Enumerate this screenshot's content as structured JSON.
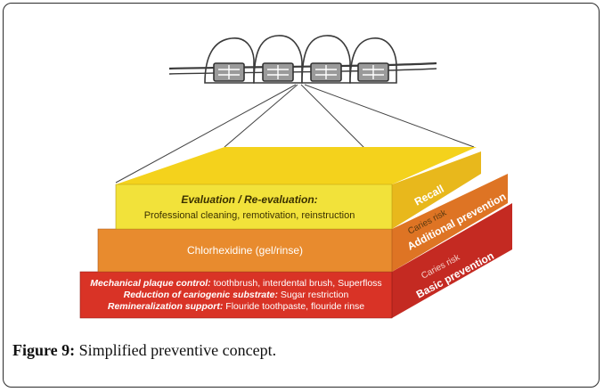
{
  "figure": {
    "layers": {
      "top": {
        "side_label": "Recall",
        "line1": "Evaluation / Re-evaluation:",
        "line2": "Professional cleaning, remotivation, reinstruction"
      },
      "middle": {
        "risk_label": "Caries risk",
        "side_label": "Additional prevention",
        "text": "Chlorhexidine (gel/rinse)"
      },
      "bottom": {
        "risk_label": "Caries risk",
        "side_label": "Basic prevention",
        "line1_bold": "Mechanical plaque control:",
        "line1_rest": " toothbrush, interdental brush, Superfloss",
        "line2_bold": "Reduction of cariogenic substrate:",
        "line2_rest": " Sugar restriction",
        "line3_bold": "Remineralization support:",
        "line3_rest": " Flouride toothpaste, flouride rinse"
      }
    },
    "colors": {
      "top_face": "#f4d21c",
      "top_front": "#f2e23a",
      "middle_front": "#e88b2e",
      "middle_side": "#de7424",
      "bottom_front": "#d93326",
      "bottom_side": "#c42a22"
    }
  },
  "caption": {
    "label": "Figure 9:",
    "text": " Simplified preventive concept."
  }
}
